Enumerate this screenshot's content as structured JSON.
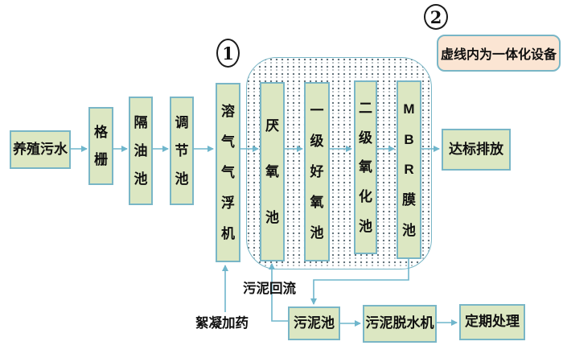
{
  "nodes": {
    "source": {
      "label": "养殖污水"
    },
    "bar_screen": {
      "label": "格栅"
    },
    "oil_separation_tank": {
      "label": "隔油池"
    },
    "regulating_tank": {
      "label": "调节池"
    },
    "daf_machine": {
      "label": "溶气气浮机"
    },
    "anaerobic_tank": {
      "label": "厌氧池"
    },
    "primary_aerobic_tank": {
      "label": "一级好氧池"
    },
    "secondary_oxidation_tank": {
      "label": "二级氧化池"
    },
    "mbr_membrane_tank": {
      "label": "MBR膜池"
    },
    "discharge": {
      "label": "达标排放"
    },
    "sludge_tank": {
      "label": "污泥池"
    },
    "sludge_dewatering_machine": {
      "label": "污泥脱水机"
    },
    "periodic_disposal": {
      "label": "定期处理"
    }
  },
  "badges": {
    "daf_group": "1",
    "integrated_group": "2"
  },
  "note": {
    "text": "虚线内为一体化设备"
  },
  "flow_labels": {
    "sludge_return": "污泥回流",
    "flocculant_dosing": "絮凝加药"
  },
  "colors": {
    "box_fill": "#dce7c2",
    "box_border": "#79b6c6",
    "connector": "#6fb6cc",
    "note_fill": "#fbe5d3",
    "dot": "#30444e",
    "text": "#101010"
  }
}
